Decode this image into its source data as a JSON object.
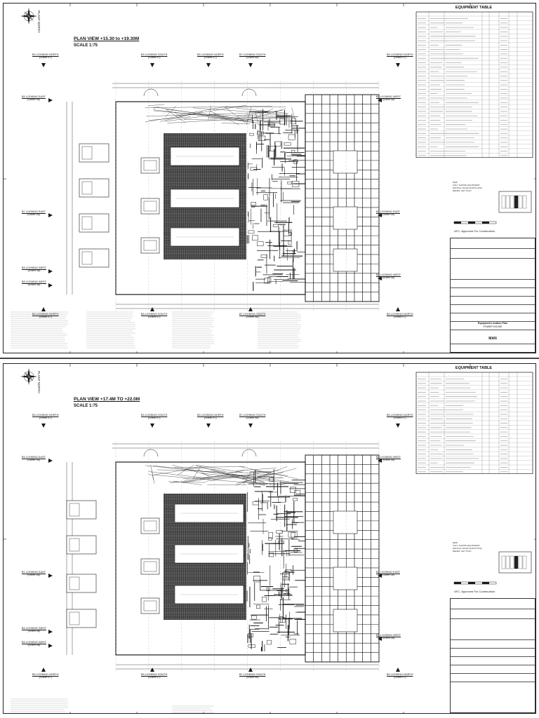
{
  "colors": {
    "line": "#1a1a1a",
    "dense": "#111111",
    "paper": "#ffffff",
    "grid": "#555555"
  },
  "sheets": [
    {
      "north_label": "PLANT NORTH",
      "plan_title": "PLAN VIEW +15.30 to +19.30M",
      "scale": "SCALE 1:75",
      "section_refs": [
        {
          "label": "B3 LOOKING NORTH",
          "sheet": "(Sheet 07)"
        },
        {
          "label": "B3 LOOKING SOUTH",
          "sheet": "(Sheet 07)"
        },
        {
          "label": "B3 LOOKING NORTH",
          "sheet": "(Sheet 07)"
        },
        {
          "label": "B7 LOOKING SOUTH",
          "sheet": "(Sheet 08)"
        },
        {
          "label": "B3 LOOKING NORTH",
          "sheet": "(Sheet 07)"
        },
        {
          "label": "B3 LOOKING EAST",
          "sheet": "(Sheet 08)"
        },
        {
          "label": "B3 LOOKING WEST",
          "sheet": "(Sheet 08)"
        },
        {
          "label": "B7 LOOKING EAST",
          "sheet": "(Sheet 08)"
        },
        {
          "label": "B3 LOOKING EAST",
          "sheet": "(Sheet 08)"
        },
        {
          "label": "B3 LOOKING WEST",
          "sheet": "(Sheet 08)"
        },
        {
          "label": "B3 LOOKING WEST",
          "sheet": "(Sheet 08)"
        },
        {
          "label": "B3 LOOKING WEST",
          "sheet": "(Sheet 08)"
        },
        {
          "label": "B3 LOOKING NORTH",
          "sheet": "(Sheet 07)"
        },
        {
          "label": "B3 LOOKING SOUTH",
          "sheet": "(Sheet 07)"
        },
        {
          "label": "B7 LOOKING SOUTH",
          "sheet": "(Sheet 08)"
        },
        {
          "label": "B3 LOOKING NORTH",
          "sheet": "(Sheet 07)"
        }
      ],
      "equipment_table_title": "EQUIPMENT TABLE",
      "afc": "AFC- Approved For Construction",
      "title_block": {
        "drawing_title": "Equipment Location Plan",
        "subtitle": "POWER HOUSE",
        "rev": "MAN"
      },
      "legend": [
        "NEW",
        "ONLY SHOWN EQUIPMENT",
        "MANUAL VALVE (SUB PLATE)",
        "REFER: KEY PLAN"
      ]
    },
    {
      "north_label": "PLANT NORTH",
      "plan_title": "PLAN VIEW +17.4M TO +22.0M",
      "scale": "SCALE 1:75",
      "section_refs": [
        {
          "label": "B3 LOOKING NORTH",
          "sheet": "(Sheet 07)"
        },
        {
          "label": "B3 LOOKING SOUTH",
          "sheet": "(Sheet 07)"
        },
        {
          "label": "B3 LOOKING NORTH",
          "sheet": "(Sheet 07)"
        },
        {
          "label": "B7 LOOKING SOUTH",
          "sheet": "(Sheet 08)"
        },
        {
          "label": "B3 LOOKING NORTH",
          "sheet": "(Sheet 07)"
        },
        {
          "label": "B3 LOOKING EAST",
          "sheet": "(Sheet 08)"
        },
        {
          "label": "B3 LOOKING WEST",
          "sheet": "(Sheet 08)"
        },
        {
          "label": "B7 LOOKING EAST",
          "sheet": "(Sheet 08)"
        },
        {
          "label": "B3 LOOKING EAST",
          "sheet": "(Sheet 08)"
        },
        {
          "label": "B3 LOOKING WEST",
          "sheet": "(Sheet 08)"
        },
        {
          "label": "B3 LOOKING WEST",
          "sheet": "(Sheet 08)"
        },
        {
          "label": "B3 LOOKING WEST",
          "sheet": "(Sheet 08)"
        },
        {
          "label": "B3 LOOKING NORTH",
          "sheet": "(Sheet 07)"
        },
        {
          "label": "B3 LOOKING SOUTH",
          "sheet": "(Sheet 07)"
        },
        {
          "label": "B7 LOOKING SOUTH",
          "sheet": "(Sheet 08)"
        },
        {
          "label": "B3 LOOKING NORTH",
          "sheet": "(Sheet 07)"
        }
      ],
      "equipment_table_title": "EQUIPMENT TABLE",
      "afc": "AFC- Approved For Construction",
      "legend": [
        "NEW",
        "ONLY SHOWN EQUIPMENT",
        "MANUAL VALVE (SUB PLATE)",
        "REFER: KEY PLAN"
      ]
    }
  ]
}
